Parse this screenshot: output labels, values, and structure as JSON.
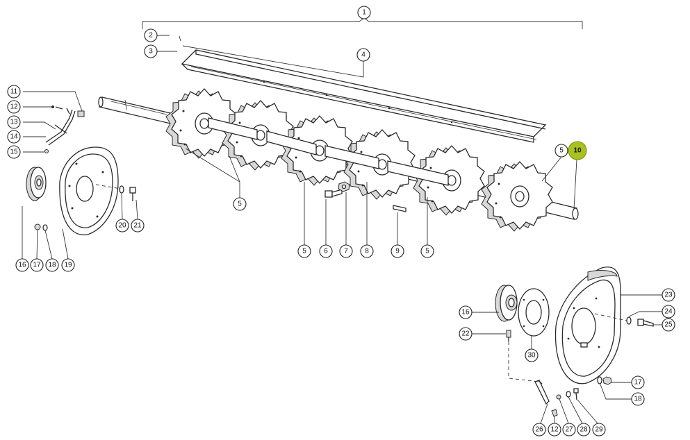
{
  "highlight_color": "#a9c21f",
  "highlighted_part": "10",
  "callouts": [
    {
      "id": "c1",
      "label": "1"
    },
    {
      "id": "c2",
      "label": "2"
    },
    {
      "id": "c3",
      "label": "3"
    },
    {
      "id": "c4",
      "label": "4"
    },
    {
      "id": "c5a",
      "label": "5"
    },
    {
      "id": "c5b",
      "label": "5"
    },
    {
      "id": "c5c",
      "label": "5"
    },
    {
      "id": "c5d",
      "label": "5"
    },
    {
      "id": "c6",
      "label": "6"
    },
    {
      "id": "c7",
      "label": "7"
    },
    {
      "id": "c8",
      "label": "8"
    },
    {
      "id": "c9",
      "label": "9"
    },
    {
      "id": "c10",
      "label": "10"
    },
    {
      "id": "c11",
      "label": "11"
    },
    {
      "id": "c12a",
      "label": "12"
    },
    {
      "id": "c13",
      "label": "13"
    },
    {
      "id": "c14",
      "label": "14"
    },
    {
      "id": "c15",
      "label": "15"
    },
    {
      "id": "c16a",
      "label": "16"
    },
    {
      "id": "c17a",
      "label": "17"
    },
    {
      "id": "c18a",
      "label": "18"
    },
    {
      "id": "c19",
      "label": "19"
    },
    {
      "id": "c20",
      "label": "20"
    },
    {
      "id": "c21",
      "label": "21"
    },
    {
      "id": "c16b",
      "label": "16"
    },
    {
      "id": "c22",
      "label": "22"
    },
    {
      "id": "c23",
      "label": "23"
    },
    {
      "id": "c24",
      "label": "24"
    },
    {
      "id": "c25",
      "label": "25"
    },
    {
      "id": "c17b",
      "label": "17"
    },
    {
      "id": "c18b",
      "label": "18"
    },
    {
      "id": "c26",
      "label": "26"
    },
    {
      "id": "c12b",
      "label": "12"
    },
    {
      "id": "c27",
      "label": "27"
    },
    {
      "id": "c28",
      "label": "28"
    },
    {
      "id": "c29",
      "label": "29"
    },
    {
      "id": "c30",
      "label": "30"
    }
  ]
}
